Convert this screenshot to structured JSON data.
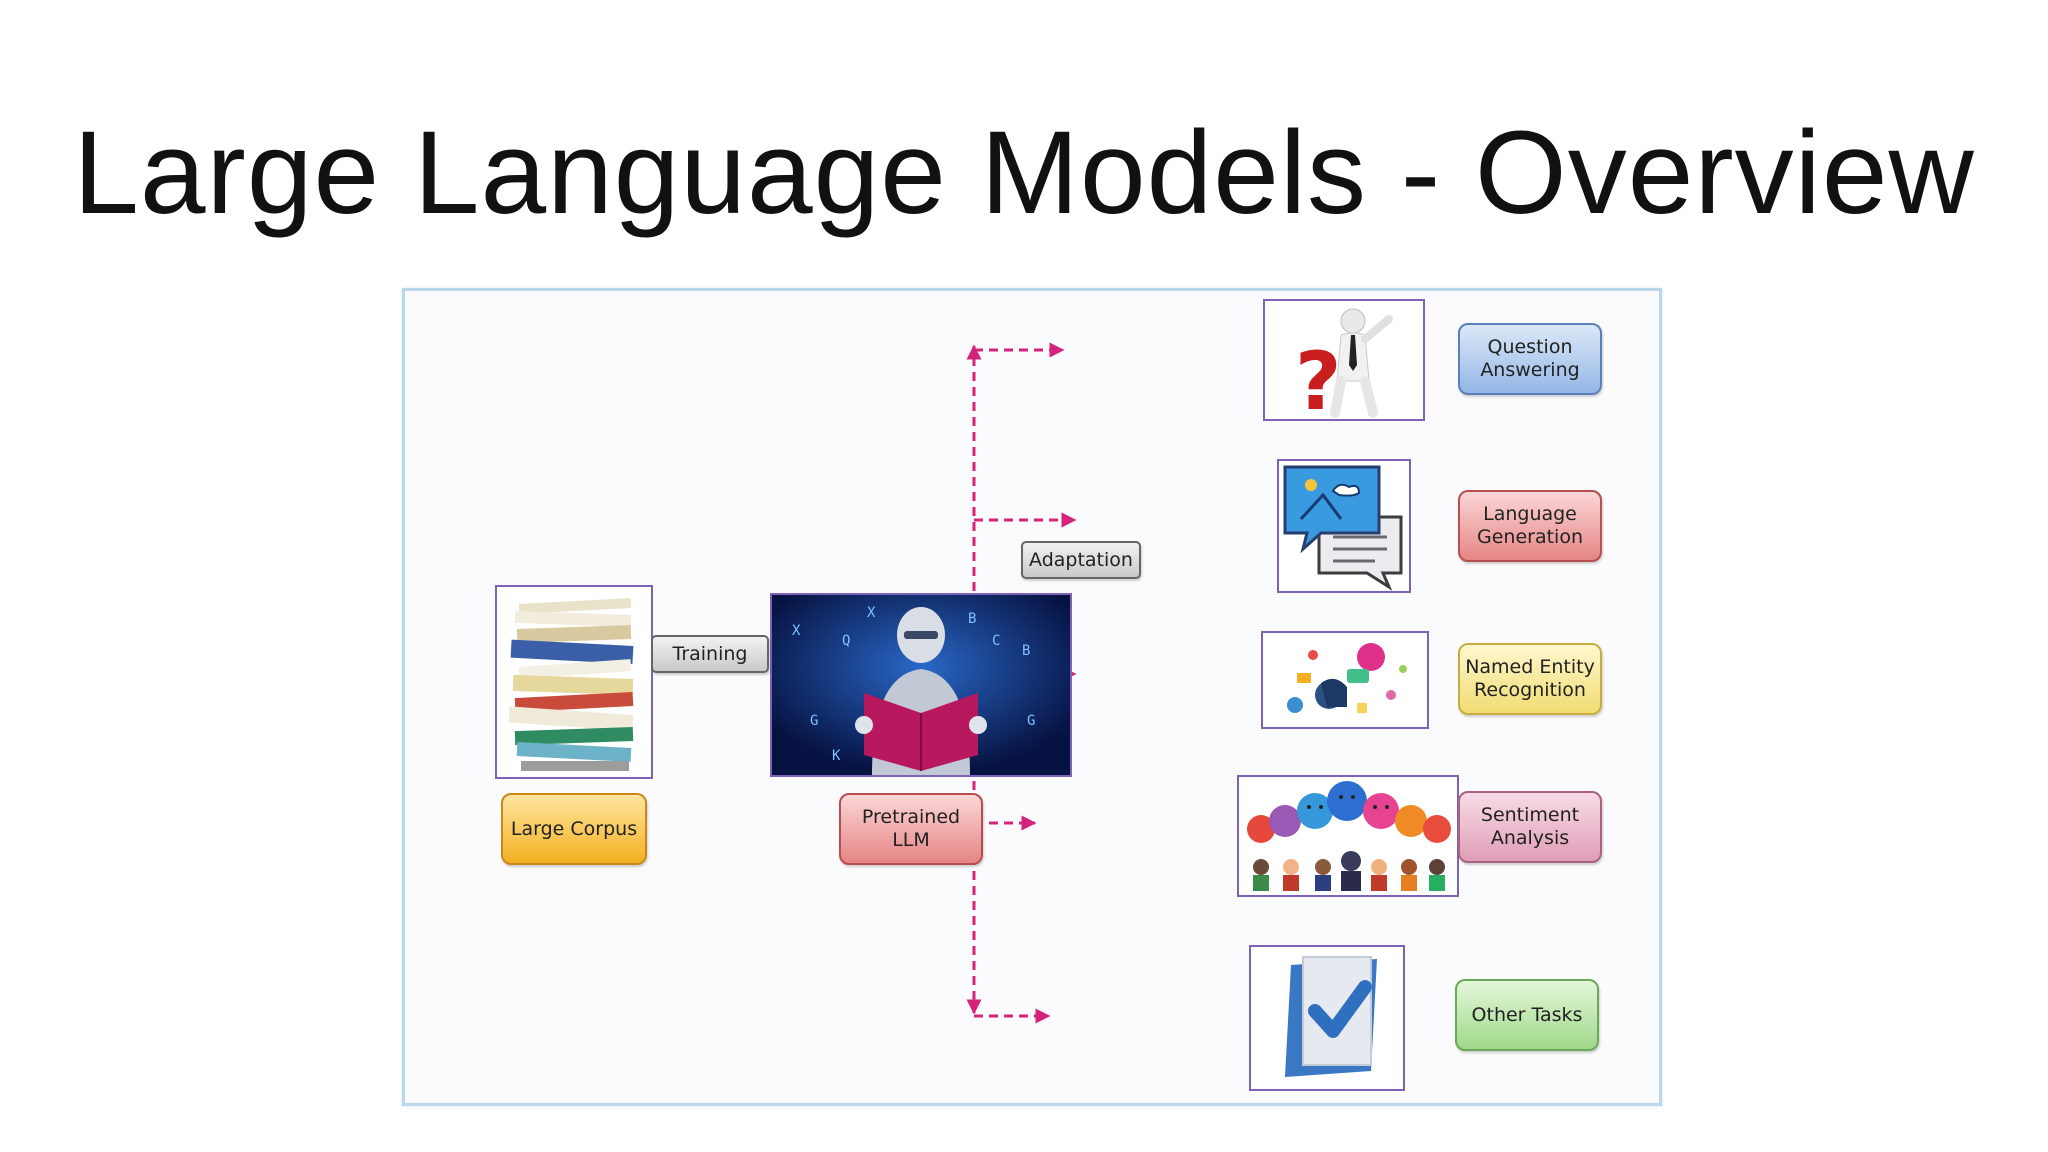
{
  "slide": {
    "title": "Large Language Models - Overview"
  },
  "diagram": {
    "edge_labels": {
      "training": "Training",
      "adaptation": "Adaptation"
    },
    "source": {
      "label": "Large Corpus",
      "icon": "document-stack-icon"
    },
    "model": {
      "label": "Pretrained\nLLM",
      "icon": "robot-reading-icon"
    },
    "tasks": [
      {
        "label": "Question\nAnswering",
        "icon": "question-mark-figure-icon"
      },
      {
        "label": "Language\nGeneration",
        "icon": "chat-bubbles-icon"
      },
      {
        "label": "Named Entity\nRecognition",
        "icon": "entity-head-icon"
      },
      {
        "label": "Sentiment\nAnalysis",
        "icon": "emotion-bubbles-icon"
      },
      {
        "label": "Other Tasks",
        "icon": "checklist-icon"
      }
    ],
    "colors": {
      "arrow": "#d4237a",
      "image_border": "#7d62b5",
      "panel_border": "#b9d8ee"
    }
  }
}
